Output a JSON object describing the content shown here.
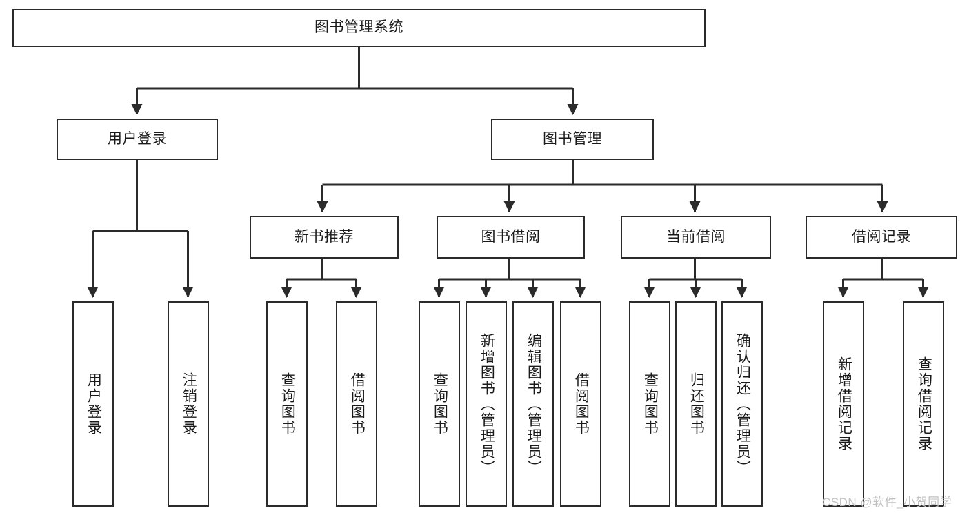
{
  "diagram": {
    "title": "图书管理系统",
    "type": "tree-hierarchy-functional-structure",
    "watermark": "CSDN @软件_小贺同学",
    "colors": {
      "node_border": "#2b2b2b",
      "node_fill": "#ffffff",
      "edge": "#2b2b2b",
      "text": "#1a1a1a",
      "watermark": "#c2c2c2",
      "background": "#ffffff"
    },
    "nodes": {
      "root": {
        "label": "图书管理系统"
      },
      "level2": [
        {
          "id": "user-login",
          "label": "用户登录"
        },
        {
          "id": "book-management",
          "label": "图书管理"
        }
      ],
      "level3": [
        {
          "id": "new-book-recommend",
          "label": "新书推荐"
        },
        {
          "id": "book-borrow",
          "label": "图书借阅"
        },
        {
          "id": "current-borrow",
          "label": "当前借阅"
        },
        {
          "id": "borrow-record",
          "label": "借阅记录"
        }
      ],
      "leaves": {
        "user-login": [
          {
            "id": "leaf-user-login",
            "label": "用户登录"
          },
          {
            "id": "leaf-user-logout",
            "label": "注销登录"
          }
        ],
        "new-book-recommend": [
          {
            "id": "leaf-query-book-1",
            "label": "查询图书"
          },
          {
            "id": "leaf-borrow-book-1",
            "label": "借阅图书"
          }
        ],
        "book-borrow": [
          {
            "id": "leaf-query-book-2",
            "label": "查询图书"
          },
          {
            "id": "leaf-add-book",
            "label": "新增图书（管理员）"
          },
          {
            "id": "leaf-edit-book",
            "label": "编辑图书（管理员）"
          },
          {
            "id": "leaf-borrow-book-2",
            "label": "借阅图书"
          }
        ],
        "current-borrow": [
          {
            "id": "leaf-query-book-3",
            "label": "查询图书"
          },
          {
            "id": "leaf-return-book",
            "label": "归还图书"
          },
          {
            "id": "leaf-confirm-return",
            "label": "确认归还（管理员）"
          }
        ],
        "borrow-record": [
          {
            "id": "leaf-add-record",
            "label": "新增借阅记录"
          },
          {
            "id": "leaf-query-record",
            "label": "查询借阅记录"
          }
        ]
      }
    }
  }
}
